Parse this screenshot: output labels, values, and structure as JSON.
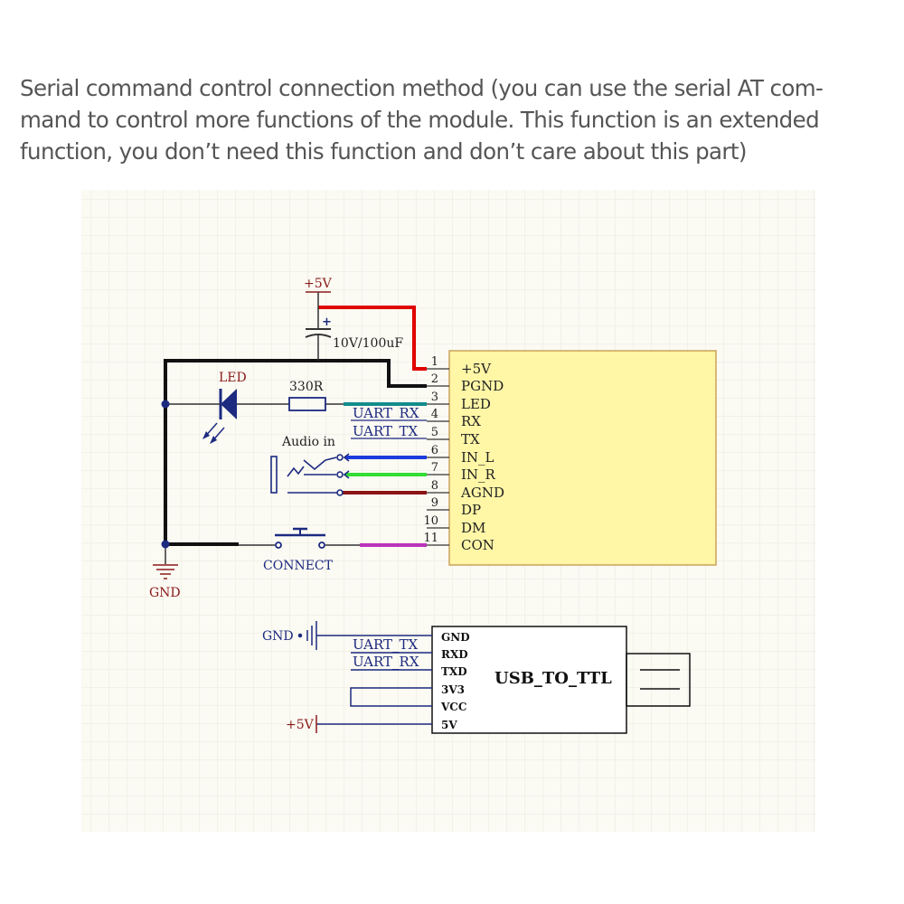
{
  "intro": {
    "lines": [
      "Serial command control connection method (you can use the serial AT com-",
      "mand to control more functions of the module. This function is an extended",
      "function, you don’t need this function and don’t care about this part)"
    ]
  },
  "schematic": {
    "power_label": "+5V",
    "capacitor_label": "10V/100uF",
    "capacitor_polarity": "+",
    "led_label": "LED",
    "resistor_label": "330R",
    "audio_label": "Audio in",
    "connect_label": "CONNECT",
    "gnd_label": "GND",
    "net_labels": {
      "uart_rx_top": "UART_RX",
      "uart_tx_top": "UART_TX",
      "uart_tx_bottom": "UART_TX",
      "uart_rx_bottom": "UART_RX"
    },
    "pin_numbers": [
      "1",
      "2",
      "3",
      "4",
      "5",
      "6",
      "7",
      "8",
      "9",
      "10",
      "11"
    ],
    "module_pins": [
      "+5V",
      "PGND",
      "LED",
      "RX",
      "TX",
      "IN_L",
      "IN_R",
      "AGND",
      "DP",
      "DM",
      "CON"
    ],
    "usb_module": {
      "title": "USB_TO_TTL",
      "pins": [
        "GND",
        "RXD",
        "TXD",
        "3V3",
        "VCC",
        "5V"
      ],
      "gnd_label": "GND",
      "vcc_label": "+5V"
    },
    "colors": {
      "grid_bg": "#fbfaf3",
      "module_fill": "#fff6a6",
      "module_border": "#c9a35a",
      "wire_red": "#e00000",
      "wire_teal": "#148c8c",
      "wire_blue": "#1c3cdc",
      "wire_green": "#33dd33",
      "wire_brown": "#8c1414",
      "wire_magenta": "#bb33bb",
      "label_red": "#8b1a1a",
      "label_navy": "#1c2a80"
    }
  }
}
